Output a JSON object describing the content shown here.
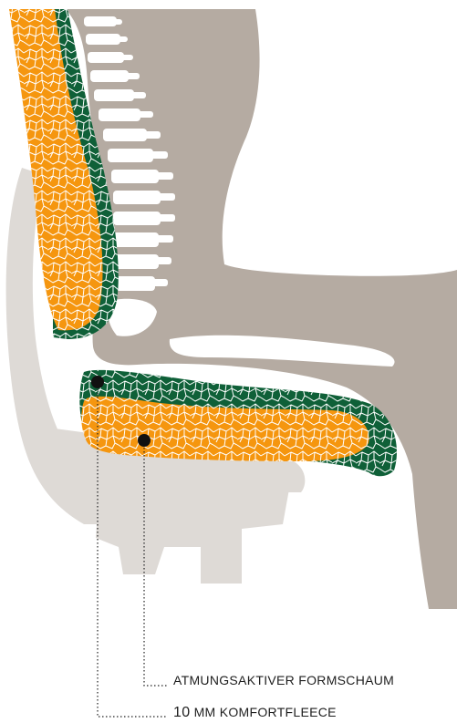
{
  "labels": {
    "foam": "ATMUNGSAKTIVER FORMSCHAUM",
    "fleece_number": "10",
    "fleece_text": " MM KOMFORTFLEECE"
  },
  "colors": {
    "body": "#b5aba2",
    "chair": "#dedad6",
    "foam": "#f5960f",
    "fleece": "#0f6038",
    "cell_lines": "#ffffff",
    "callout_line": "#222222",
    "text": "#1e1e1e"
  }
}
